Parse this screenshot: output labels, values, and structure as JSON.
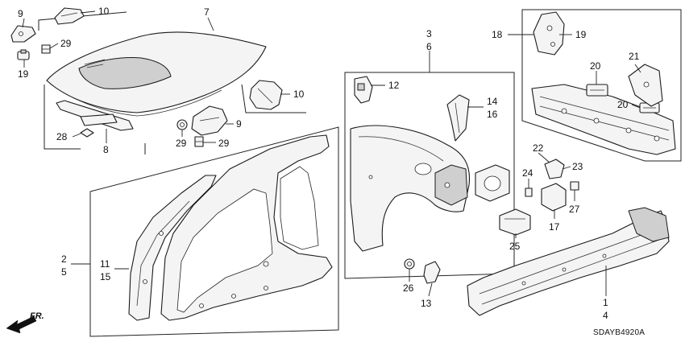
{
  "callouts": {
    "c9a": "9",
    "c10a": "10",
    "c7": "7",
    "c29a": "29",
    "c19a": "19",
    "c10b": "10",
    "c28": "28",
    "c8": "8",
    "c9b": "9",
    "c29b": "29",
    "c29c": "29",
    "c3": "3",
    "c6": "6",
    "c12": "12",
    "c14": "14",
    "c16": "16",
    "c18": "18",
    "c19b": "19",
    "c20a": "20",
    "c21": "21",
    "c20b": "20",
    "c22": "22",
    "c23": "23",
    "c24": "24",
    "c27": "27",
    "c17": "17",
    "c25": "25",
    "c2": "2",
    "c5": "5",
    "c11": "11",
    "c15": "15",
    "c26": "26",
    "c13": "13",
    "c1": "1",
    "c4": "4"
  },
  "front_arrow_label": "FR.",
  "diagram_code": "SDAYB4920A"
}
